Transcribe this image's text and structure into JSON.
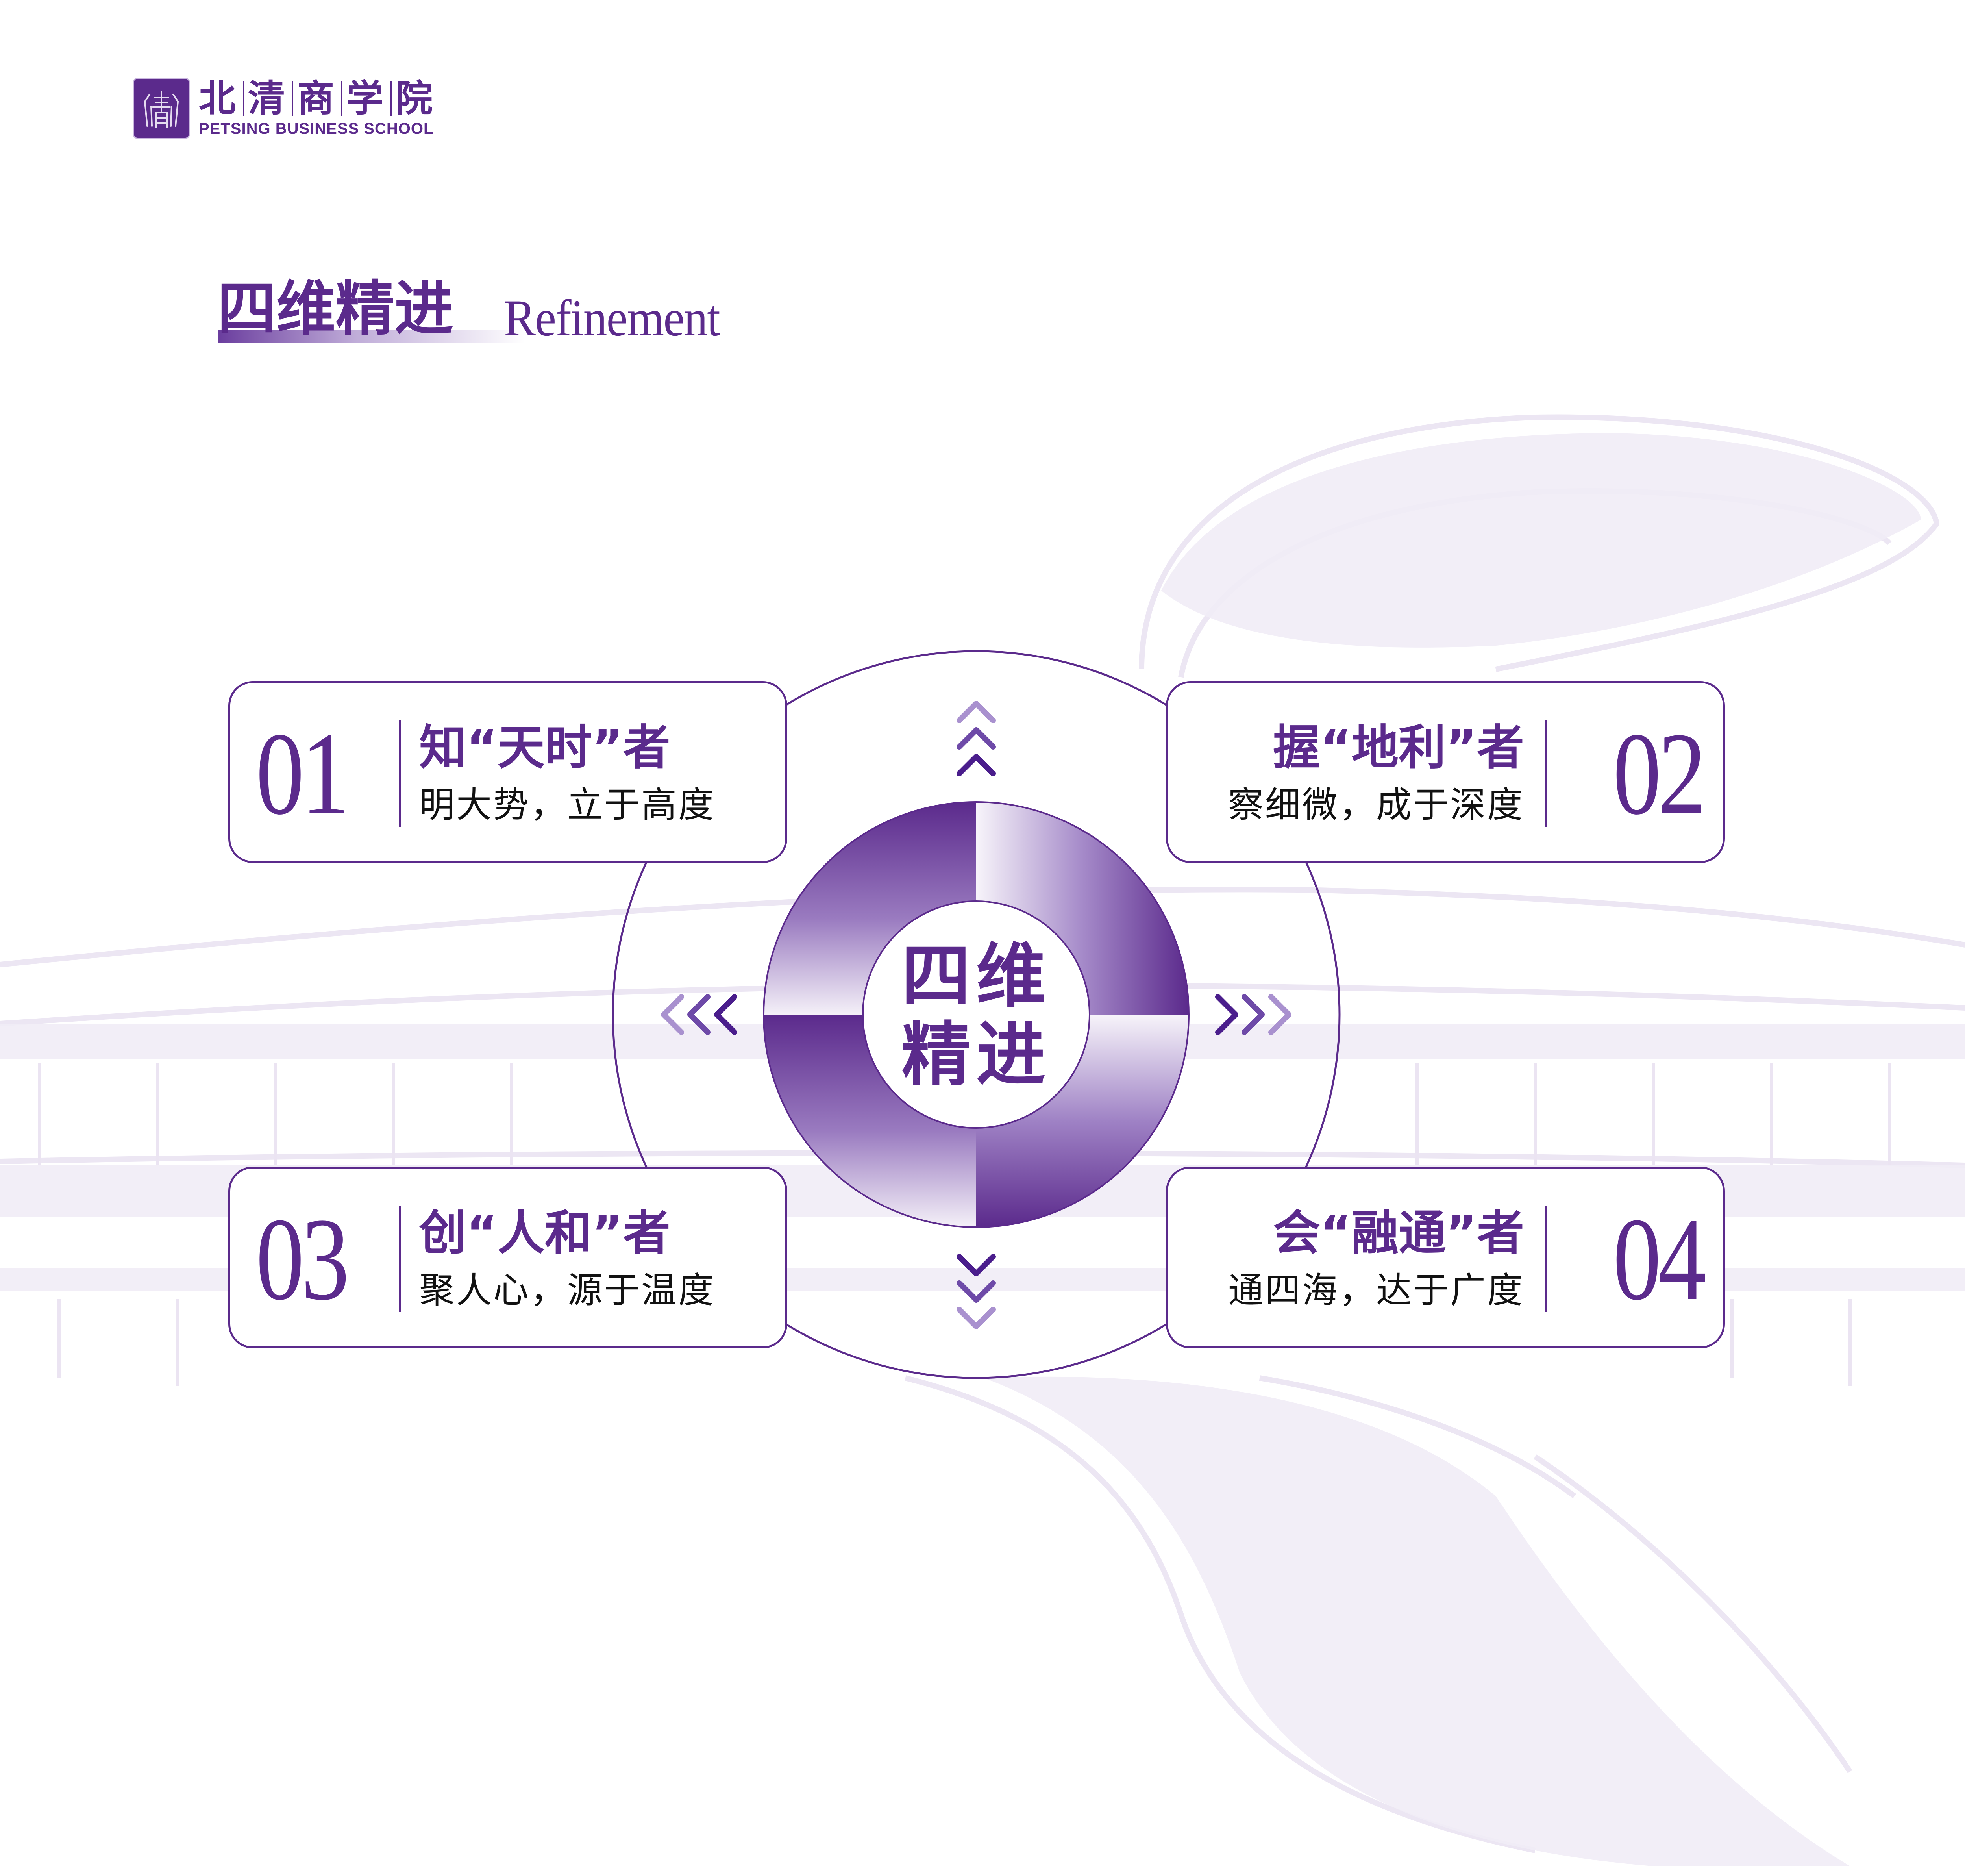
{
  "logo": {
    "name_cn": [
      "北",
      "清",
      "商",
      "学",
      "院"
    ],
    "name_en": "PETSING BUSINESS SCHOOL",
    "icon": "petsing-seal-icon"
  },
  "header": {
    "title_cn": "四维精进",
    "title_en": "Refinement"
  },
  "diagram": {
    "center_label_line1": "四维",
    "center_label_line2": "精进",
    "cards": [
      {
        "number": "01",
        "heading": "知“天时”者",
        "subtitle": "明大势，立于高度",
        "position": "top-left"
      },
      {
        "number": "02",
        "heading": "握“地利”者",
        "subtitle": "察细微，成于深度",
        "position": "top-right"
      },
      {
        "number": "03",
        "heading": "创“人和”者",
        "subtitle": "聚人心，源于温度",
        "position": "bottom-left"
      },
      {
        "number": "04",
        "heading": "会“融通”者",
        "subtitle": "通四海，达于广度",
        "position": "bottom-right"
      }
    ],
    "arrows": [
      {
        "direction": "up",
        "icon": "chevrons-up-icon"
      },
      {
        "direction": "left",
        "icon": "chevrons-left-icon"
      },
      {
        "direction": "right",
        "icon": "chevrons-right-icon"
      },
      {
        "direction": "down",
        "icon": "chevrons-down-icon"
      }
    ]
  },
  "colors": {
    "brand_purple": "#5b2a8c",
    "chevron_dark": "#4a1d8c",
    "chevron_mid": "#6e4aa8",
    "chevron_light": "#a991cf",
    "background_sketch": "#eee8f4",
    "body_text": "#111111"
  }
}
